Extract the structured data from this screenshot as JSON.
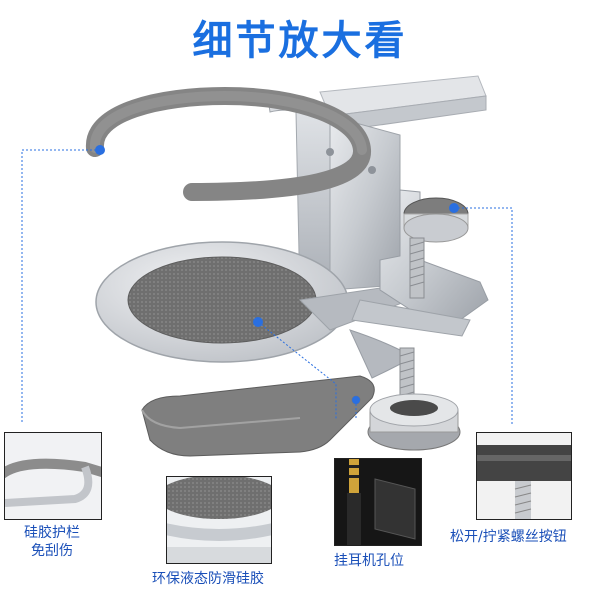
{
  "title": "细节放大看",
  "callouts": {
    "silicone_guard": "硅胶护栏",
    "silicone_guard_line2": "免刮伤",
    "eco_silicone": "环保液态防滑硅胶",
    "earphone_hole": "挂耳机孔位",
    "screw_knob": "松开/拧紧螺丝按钮"
  },
  "colors": {
    "title": "#1a6fe0",
    "label": "#1a4fb8",
    "leader": "#2a6fe0",
    "metal": "#c9ccd1",
    "rubber": "#8a8a8a"
  }
}
